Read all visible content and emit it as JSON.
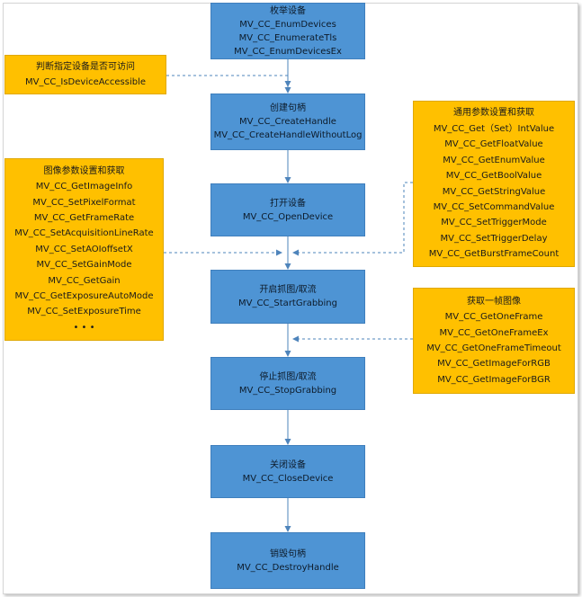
{
  "flow": [
    {
      "title": "枚举设备",
      "apis": [
        "MV_CC_EnumDevices",
        "MV_CC_EnumerateTls",
        "MV_CC_EnumDevicesEx"
      ]
    },
    {
      "title": "创建句柄",
      "apis": [
        "MV_CC_CreateHandle",
        "MV_CC_CreateHandleWithoutLog"
      ]
    },
    {
      "title": "打开设备",
      "apis": [
        "MV_CC_OpenDevice"
      ]
    },
    {
      "title": "开启抓图/取流",
      "apis": [
        "MV_CC_StartGrabbing"
      ]
    },
    {
      "title": "停止抓图/取流",
      "apis": [
        "MV_CC_StopGrabbing"
      ]
    },
    {
      "title": "关闭设备",
      "apis": [
        "MV_CC_CloseDevice"
      ]
    },
    {
      "title": "销毁句柄",
      "apis": [
        "MV_CC_DestroyHandle"
      ]
    }
  ],
  "side": {
    "accessible": {
      "title": "判断指定设备是否可访问",
      "apis": [
        "MV_CC_IsDeviceAccessible"
      ]
    },
    "common_params": {
      "title": "通用参数设置和获取",
      "apis": [
        "MV_CC_Get（Set）IntValue",
        "MV_CC_GetFloatValue",
        "MV_CC_GetEnumValue",
        "MV_CC_GetBoolValue",
        "MV_CC_GetStringValue",
        "MV_CC_SetCommandValue",
        "MV_CC_SetTriggerMode",
        "MV_CC_SetTriggerDelay",
        "MV_CC_GetBurstFrameCount"
      ]
    },
    "image_params": {
      "title": "图像参数设置和获取",
      "apis": [
        "MV_CC_GetImageInfo",
        "MV_CC_SetPixelFormat",
        "MV_CC_GetFrameRate",
        "MV_CC_SetAcquisitionLineRate",
        "MV_CC_SetAOIoffsetX",
        "MV_CC_SetGainMode",
        "MV_CC_GetGain",
        "MV_CC_GetExposureAutoMode",
        "MV_CC_SetExposureTime"
      ],
      "ellipsis": "• • •"
    },
    "get_frame": {
      "title": "获取一帧图像",
      "apis": [
        "MV_CC_GetOneFrame",
        "MV_CC_GetOneFrameEx",
        "MV_CC_GetOneFrameTimeout",
        "MV_CC_GetImageForRGB",
        "MV_CC_GetImageForBGR"
      ]
    }
  }
}
